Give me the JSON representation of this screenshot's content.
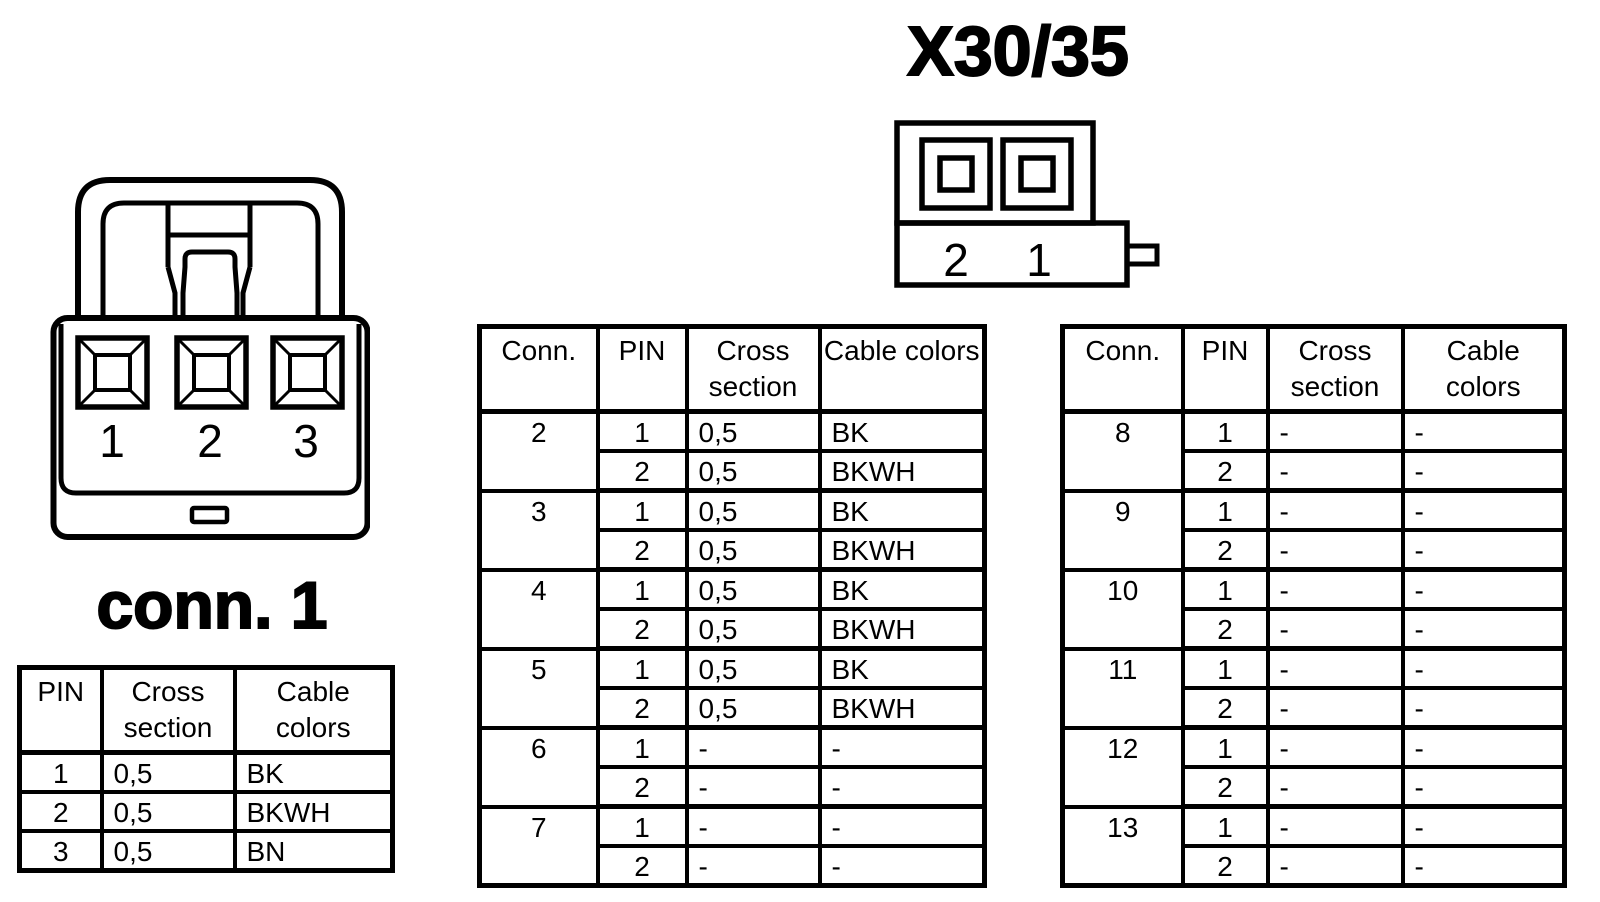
{
  "colors": {
    "ink": "#000000",
    "paper": "#ffffff"
  },
  "titles": {
    "top_connector": "X30/35",
    "left_connector": "conn. 1"
  },
  "top_connector_drawing": {
    "pin_labels": [
      "2",
      "1"
    ]
  },
  "left_connector_drawing": {
    "pin_labels": [
      "1",
      "2",
      "3"
    ]
  },
  "tables": {
    "conn1": {
      "headers": [
        "PIN",
        "Cross section",
        "Cable colors"
      ],
      "rows": [
        [
          "1",
          "0,5",
          "BK"
        ],
        [
          "2",
          "0,5",
          "BKWH"
        ],
        [
          "3",
          "0,5",
          "BN"
        ]
      ]
    },
    "conn2to7": {
      "headers": [
        "Conn.",
        "PIN",
        "Cross section",
        "Cable colors"
      ],
      "groups": [
        {
          "conn": "2",
          "pins": [
            [
              "1",
              "0,5",
              "BK"
            ],
            [
              "2",
              "0,5",
              "BKWH"
            ]
          ]
        },
        {
          "conn": "3",
          "pins": [
            [
              "1",
              "0,5",
              "BK"
            ],
            [
              "2",
              "0,5",
              "BKWH"
            ]
          ]
        },
        {
          "conn": "4",
          "pins": [
            [
              "1",
              "0,5",
              "BK"
            ],
            [
              "2",
              "0,5",
              "BKWH"
            ]
          ]
        },
        {
          "conn": "5",
          "pins": [
            [
              "1",
              "0,5",
              "BK"
            ],
            [
              "2",
              "0,5",
              "BKWH"
            ]
          ]
        },
        {
          "conn": "6",
          "pins": [
            [
              "1",
              "-",
              "-"
            ],
            [
              "2",
              "-",
              "-"
            ]
          ]
        },
        {
          "conn": "7",
          "pins": [
            [
              "1",
              "-",
              "-"
            ],
            [
              "2",
              "-",
              "-"
            ]
          ]
        }
      ]
    },
    "conn8to13": {
      "headers": [
        "Conn.",
        "PIN",
        "Cross section",
        "Cable colors"
      ],
      "groups": [
        {
          "conn": "8",
          "pins": [
            [
              "1",
              "-",
              "-"
            ],
            [
              "2",
              "-",
              "-"
            ]
          ]
        },
        {
          "conn": "9",
          "pins": [
            [
              "1",
              "-",
              "-"
            ],
            [
              "2",
              "-",
              "-"
            ]
          ]
        },
        {
          "conn": "10",
          "pins": [
            [
              "1",
              "-",
              "-"
            ],
            [
              "2",
              "-",
              "-"
            ]
          ]
        },
        {
          "conn": "11",
          "pins": [
            [
              "1",
              "-",
              "-"
            ],
            [
              "2",
              "-",
              "-"
            ]
          ]
        },
        {
          "conn": "12",
          "pins": [
            [
              "1",
              "-",
              "-"
            ],
            [
              "2",
              "-",
              "-"
            ]
          ]
        },
        {
          "conn": "13",
          "pins": [
            [
              "1",
              "-",
              "-"
            ],
            [
              "2",
              "-",
              "-"
            ]
          ]
        }
      ]
    }
  }
}
